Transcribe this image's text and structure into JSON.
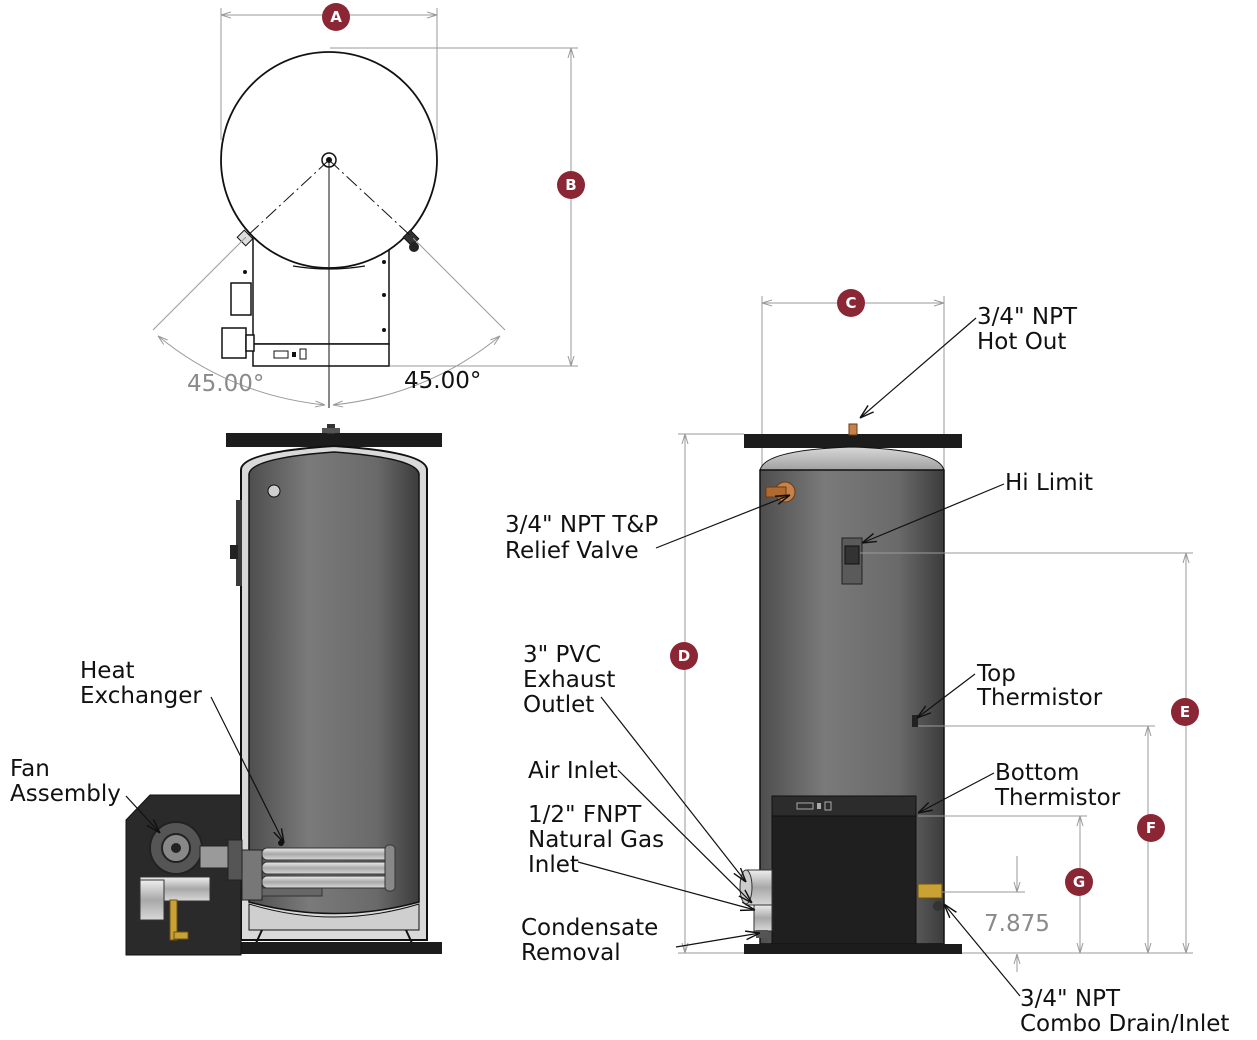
{
  "badges": {
    "a": "A",
    "b": "B",
    "c": "C",
    "d": "D",
    "e": "E",
    "f": "F",
    "g": "G",
    "color": "#8b2635"
  },
  "angles": {
    "left": "45.00°",
    "right": "45.00°"
  },
  "dimension_value": "7.875",
  "labels": {
    "heat_exchanger_1": "Heat",
    "heat_exchanger_2": "Exchanger",
    "fan_assembly_1": "Fan",
    "fan_assembly_2": "Assembly",
    "hot_out_1": "3/4\" NPT",
    "hot_out_2": "Hot Out",
    "hi_limit": "Hi Limit",
    "relief_1": "3/4\" NPT T&P",
    "relief_2": "Relief Valve",
    "exhaust_1": "3\" PVC",
    "exhaust_2": "Exhaust",
    "exhaust_3": "Outlet",
    "top_therm_1": "Top",
    "top_therm_2": "Thermistor",
    "air_inlet": "Air Inlet",
    "gas_1": "1/2\" FNPT",
    "gas_2": "Natural Gas",
    "gas_3": "Inlet",
    "bottom_therm_1": "Bottom",
    "bottom_therm_2": "Thermistor",
    "condensate_1": "Condensate",
    "condensate_2": "Removal",
    "drain_1": "3/4\" NPT",
    "drain_2": "Combo Drain/Inlet"
  },
  "colors": {
    "tank_gray": "#6e6e6e",
    "tank_dark": "#2b2b2b",
    "dim_gray": "#9a9a9a"
  }
}
